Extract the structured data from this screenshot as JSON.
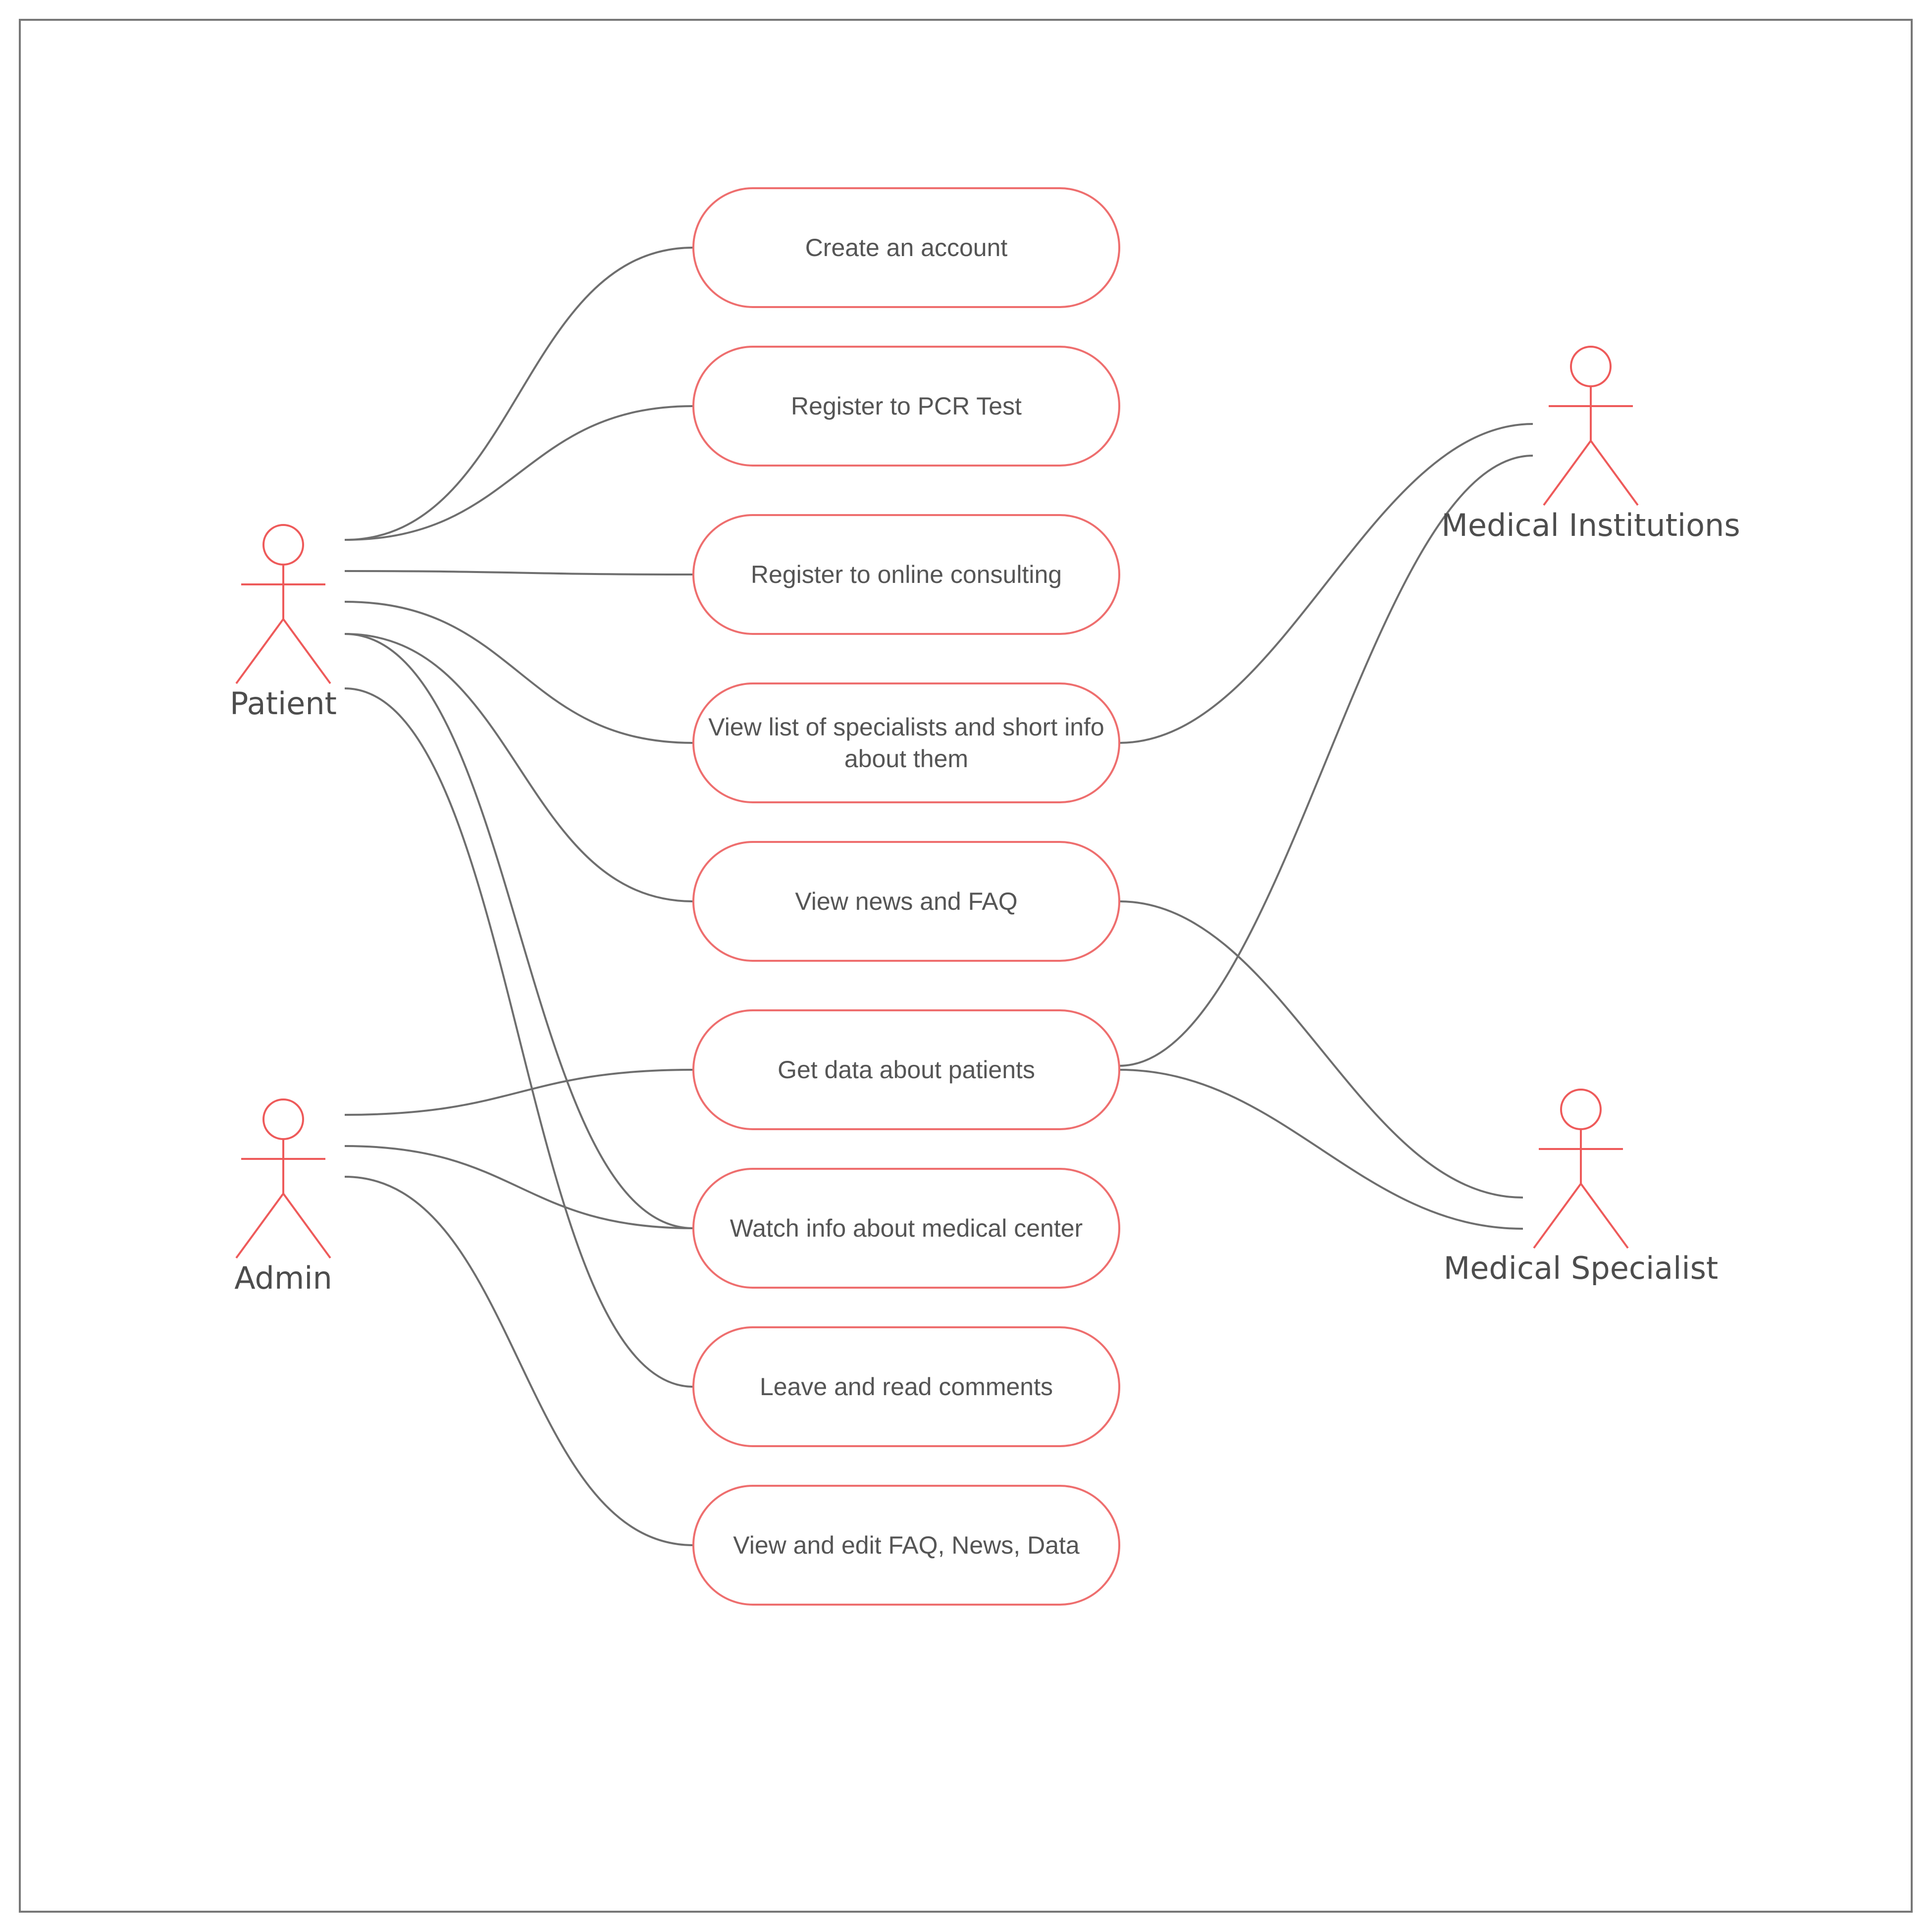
{
  "diagram": {
    "actors": [
      {
        "id": "patient",
        "label": "Patient"
      },
      {
        "id": "admin",
        "label": "Admin"
      },
      {
        "id": "institutions",
        "label": "Medical Institutions"
      },
      {
        "id": "specialist",
        "label": "Medical Specialist"
      }
    ],
    "use_cases": [
      {
        "id": "create_account",
        "lines": [
          "Create an account"
        ]
      },
      {
        "id": "register_pcr",
        "lines": [
          "Register to PCR Test"
        ]
      },
      {
        "id": "register_consulting",
        "lines": [
          "Register to online consulting"
        ]
      },
      {
        "id": "view_specialists",
        "lines": [
          "View list of specialists and short info",
          "about them"
        ]
      },
      {
        "id": "view_news",
        "lines": [
          "View news and FAQ"
        ]
      },
      {
        "id": "get_data",
        "lines": [
          "Get data about patients"
        ]
      },
      {
        "id": "watch_info",
        "lines": [
          "Watch info about medical center"
        ]
      },
      {
        "id": "comments",
        "lines": [
          "Leave and read comments"
        ]
      },
      {
        "id": "edit_faq",
        "lines": [
          "View and edit FAQ, News, Data"
        ]
      }
    ],
    "associations": [
      {
        "actor": "patient",
        "use_case": "create_account"
      },
      {
        "actor": "patient",
        "use_case": "register_pcr"
      },
      {
        "actor": "patient",
        "use_case": "register_consulting"
      },
      {
        "actor": "patient",
        "use_case": "view_specialists"
      },
      {
        "actor": "patient",
        "use_case": "view_news"
      },
      {
        "actor": "patient",
        "use_case": "watch_info"
      },
      {
        "actor": "patient",
        "use_case": "comments"
      },
      {
        "actor": "admin",
        "use_case": "get_data"
      },
      {
        "actor": "admin",
        "use_case": "watch_info"
      },
      {
        "actor": "admin",
        "use_case": "edit_faq"
      },
      {
        "actor": "institutions",
        "use_case": "view_specialists"
      },
      {
        "actor": "institutions",
        "use_case": "get_data"
      },
      {
        "actor": "specialist",
        "use_case": "view_news"
      },
      {
        "actor": "specialist",
        "use_case": "get_data"
      }
    ],
    "colors": {
      "use_case_border": "#ee6e6e",
      "actor_stroke": "#ee5a5a",
      "association_line": "#6e6e6e",
      "text": "#555555",
      "frame": "#777777"
    }
  }
}
